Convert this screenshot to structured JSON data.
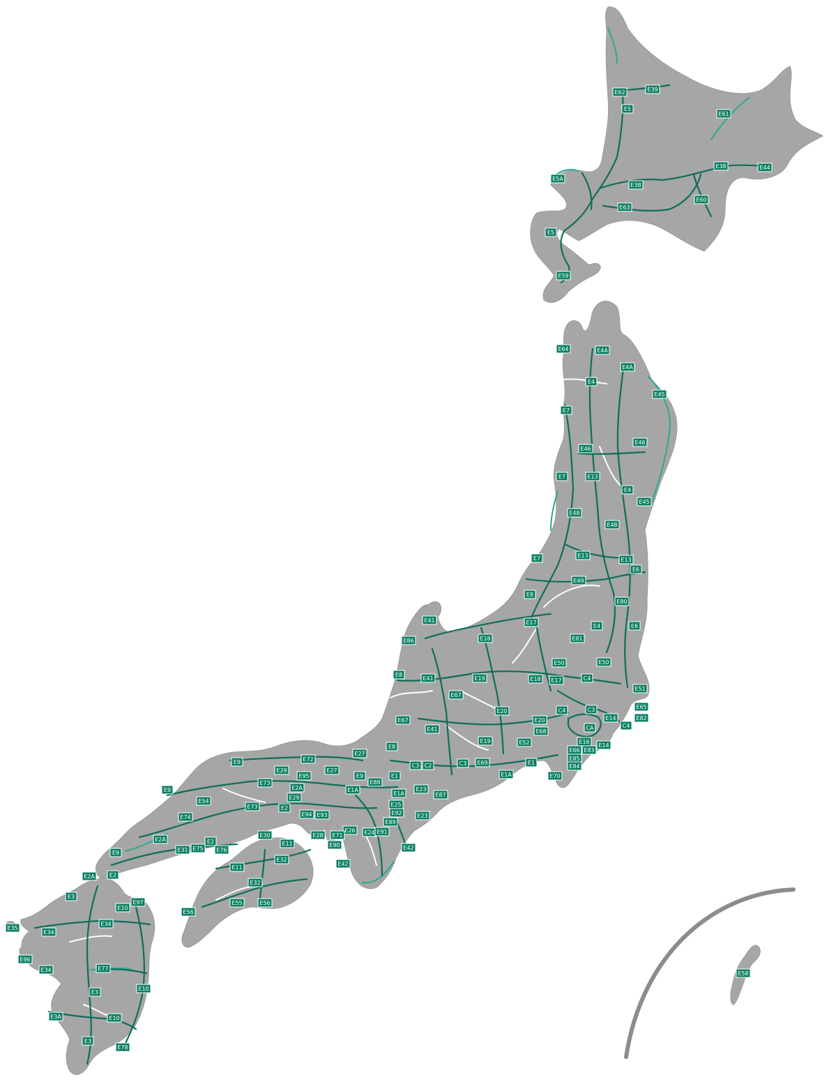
{
  "colors": {
    "background": "#ffffff",
    "land": "#a6a6a6",
    "expressway": "#0e6e5a",
    "coastal_expressway": "#2aa894",
    "local_road": "#ffffff",
    "shield_fill": "#0b7f63",
    "shield_text": "#ffffff",
    "inset_arc": "#8c8c8c"
  },
  "route_labels": {
    "hokkaido": [
      "E62",
      "E39",
      "E5",
      "E61",
      "E38",
      "E44",
      "E5A",
      "E38",
      "E60",
      "E63",
      "E5",
      "E59"
    ],
    "tohoku": [
      "E64",
      "E4A",
      "E4A",
      "E4",
      "E45",
      "E7",
      "E46",
      "E46",
      "E7",
      "E13",
      "E4",
      "E45",
      "E48",
      "E48",
      "E7",
      "E13",
      "E13",
      "E6",
      "E49",
      "E8",
      "E80",
      "E17",
      "E4",
      "E6",
      "E81",
      "E50",
      "E50"
    ],
    "chubu_kanto": [
      "E41",
      "E86",
      "E18",
      "E8",
      "E41",
      "E19",
      "E18",
      "E17",
      "C4",
      "E51",
      "E67",
      "E20",
      "E65",
      "C3",
      "E82",
      "E67",
      "E20",
      "C4",
      "E14",
      "C4",
      "E41",
      "E68",
      "CA",
      "E19",
      "E52",
      "E16",
      "E66",
      "E83",
      "E14",
      "E85",
      "E84",
      "E8",
      "E27",
      "E72",
      "C3",
      "C2",
      "C3",
      "E69",
      "E1",
      "E1A",
      "E70"
    ],
    "kinki_chugoku": [
      "E9",
      "E29",
      "E95",
      "E27",
      "E9",
      "E1",
      "E73",
      "E88",
      "E23",
      "E87",
      "E9",
      "E1A",
      "E2A",
      "E1A",
      "E54",
      "E29",
      "E25",
      "E73",
      "E2",
      "E92",
      "E94",
      "E93",
      "E89",
      "E23",
      "E74",
      "E26",
      "E24",
      "E91",
      "E30",
      "E71",
      "E28",
      "E2A",
      "E2",
      "E75",
      "E76",
      "E11",
      "E42",
      "E90",
      "E9",
      "E31",
      "E32",
      "E42",
      "E2A",
      "E2"
    ],
    "shikoku": [
      "E11",
      "E32",
      "E56",
      "E55",
      "E56"
    ],
    "kyushu": [
      "E3",
      "E97",
      "E10",
      "E35",
      "E34",
      "E34",
      "E96",
      "E34",
      "E77",
      "E10",
      "E3",
      "E3A",
      "E10",
      "E3",
      "E78"
    ],
    "okinawa_inset": [
      "E58"
    ]
  }
}
